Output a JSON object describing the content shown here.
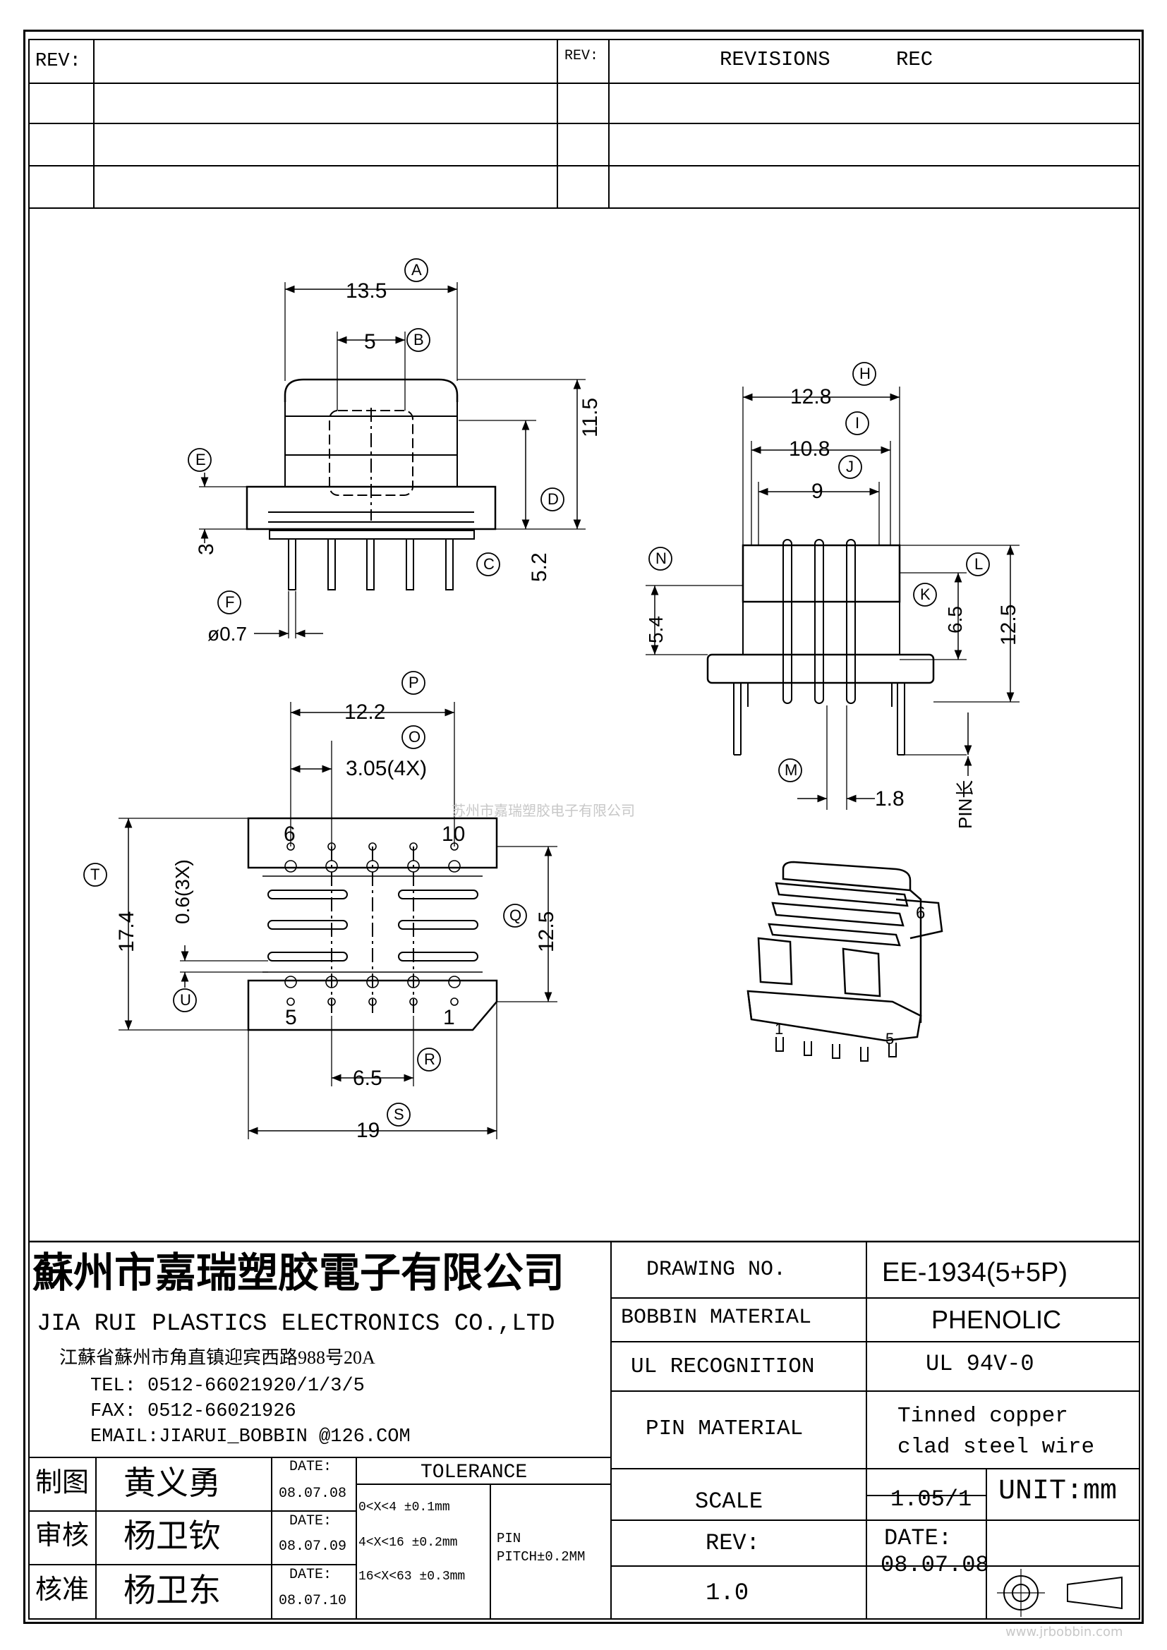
{
  "revision_table": {
    "rev_label": "REV:",
    "rev_label_2": "REV:",
    "revisions_label": "REVISIONS",
    "rec_label": "REC"
  },
  "dimensions": {
    "A": "13.5",
    "B": "5",
    "C": "5.2",
    "D": "11.5",
    "E": "3",
    "F": "ø0.7",
    "H": "12.8",
    "I": "10.8",
    "J": "9",
    "K": "6.5",
    "L": "12.5",
    "M": "1.8",
    "N": "5.4",
    "P": "12.2",
    "O": "3.05(4X)",
    "Q": "12.5",
    "R": "6.5",
    "S": "19",
    "T": "17.4",
    "U": "0.6(3X)",
    "pin_label": "PIN长"
  },
  "callouts": [
    "A",
    "B",
    "C",
    "D",
    "E",
    "F",
    "H",
    "I",
    "J",
    "K",
    "L",
    "M",
    "N",
    "O",
    "P",
    "Q",
    "R",
    "S",
    "T",
    "U"
  ],
  "pin_numbers": {
    "top_left": "6",
    "top_right": "10",
    "bottom_left": "5",
    "bottom_right": "1",
    "iso_a": "6",
    "iso_b": "1",
    "iso_c": "5"
  },
  "watermark": {
    "company_cn": "苏州市嘉瑞塑胶电子有限公司",
    "footer_url": "www.jrbobbin.com"
  },
  "title_block": {
    "company_cn": "蘇州市嘉瑞塑胶電子有限公司",
    "company_en": "JIA RUI PLASTICS ELECTRONICS CO.,LTD",
    "address": "江蘇省蘇州市角直镇迎宾西路988号20A",
    "tel": "TEL: 0512-66021920/1/3/5",
    "fax": "FAX: 0512-66021926",
    "email": "EMAIL:JIARUI_BOBBIN @126.COM",
    "drawing_no_label": "DRAWING   NO.",
    "drawing_no": "EE-1934(5+5P)",
    "bobbin_material_label": "BOBBIN  MATERIAL",
    "bobbin_material": "PHENOLIC",
    "ul_label": "UL RECOGNITION",
    "ul_value": "UL 94V-0",
    "pin_material_label": "PIN MATERIAL",
    "pin_material_1": "Tinned copper",
    "pin_material_2": "clad steel wire",
    "scale_label": "SCALE",
    "scale_value": "1.05/1",
    "unit": "UNIT:mm",
    "rev_label": "REV:",
    "rev_value": "1.0",
    "date_label": "DATE:",
    "date_value": "08.07.08",
    "roles": [
      {
        "role": "制图",
        "name": "黄义勇",
        "date_label": "DATE:",
        "date": "08.07.08"
      },
      {
        "role": "审核",
        "name": "杨卫钦",
        "date_label": "DATE:",
        "date": "08.07.09"
      },
      {
        "role": "核准",
        "name": "杨卫东",
        "date_label": "DATE:",
        "date": "08.07.10"
      }
    ],
    "tolerance_label": "TOLERANCE",
    "tolerances": [
      "0<X<4  ±0.1mm",
      "4<X<16 ±0.2mm",
      "16<X<63 ±0.3mm"
    ],
    "pin_label": "PIN",
    "pitch": "PITCH±0.2MM"
  }
}
